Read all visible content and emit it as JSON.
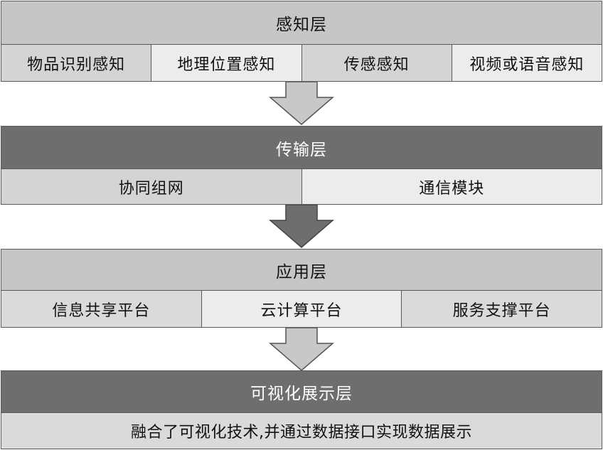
{
  "layers": [
    {
      "title": "感知层",
      "items": [
        "物品识别感知",
        "地理位置感知",
        "传感感知",
        "视频或语音感知"
      ]
    },
    {
      "title": "传输层",
      "items": [
        "协同组网",
        "通信模块"
      ]
    },
    {
      "title": "应用层",
      "items": [
        "信息共享平台",
        "云计算平台",
        "服务支撑平台"
      ]
    },
    {
      "title": "可视化展示层",
      "items": [
        "融合了可视化技术,并通过数据接口实现数据展示"
      ]
    }
  ],
  "colors": {
    "light_header": "#c6c6c6",
    "dark_header": "#6e6e6e",
    "light_arrow": "#c8c8c8",
    "dark_arrow": "#6e6e6e",
    "border": "#5a5a5a"
  }
}
